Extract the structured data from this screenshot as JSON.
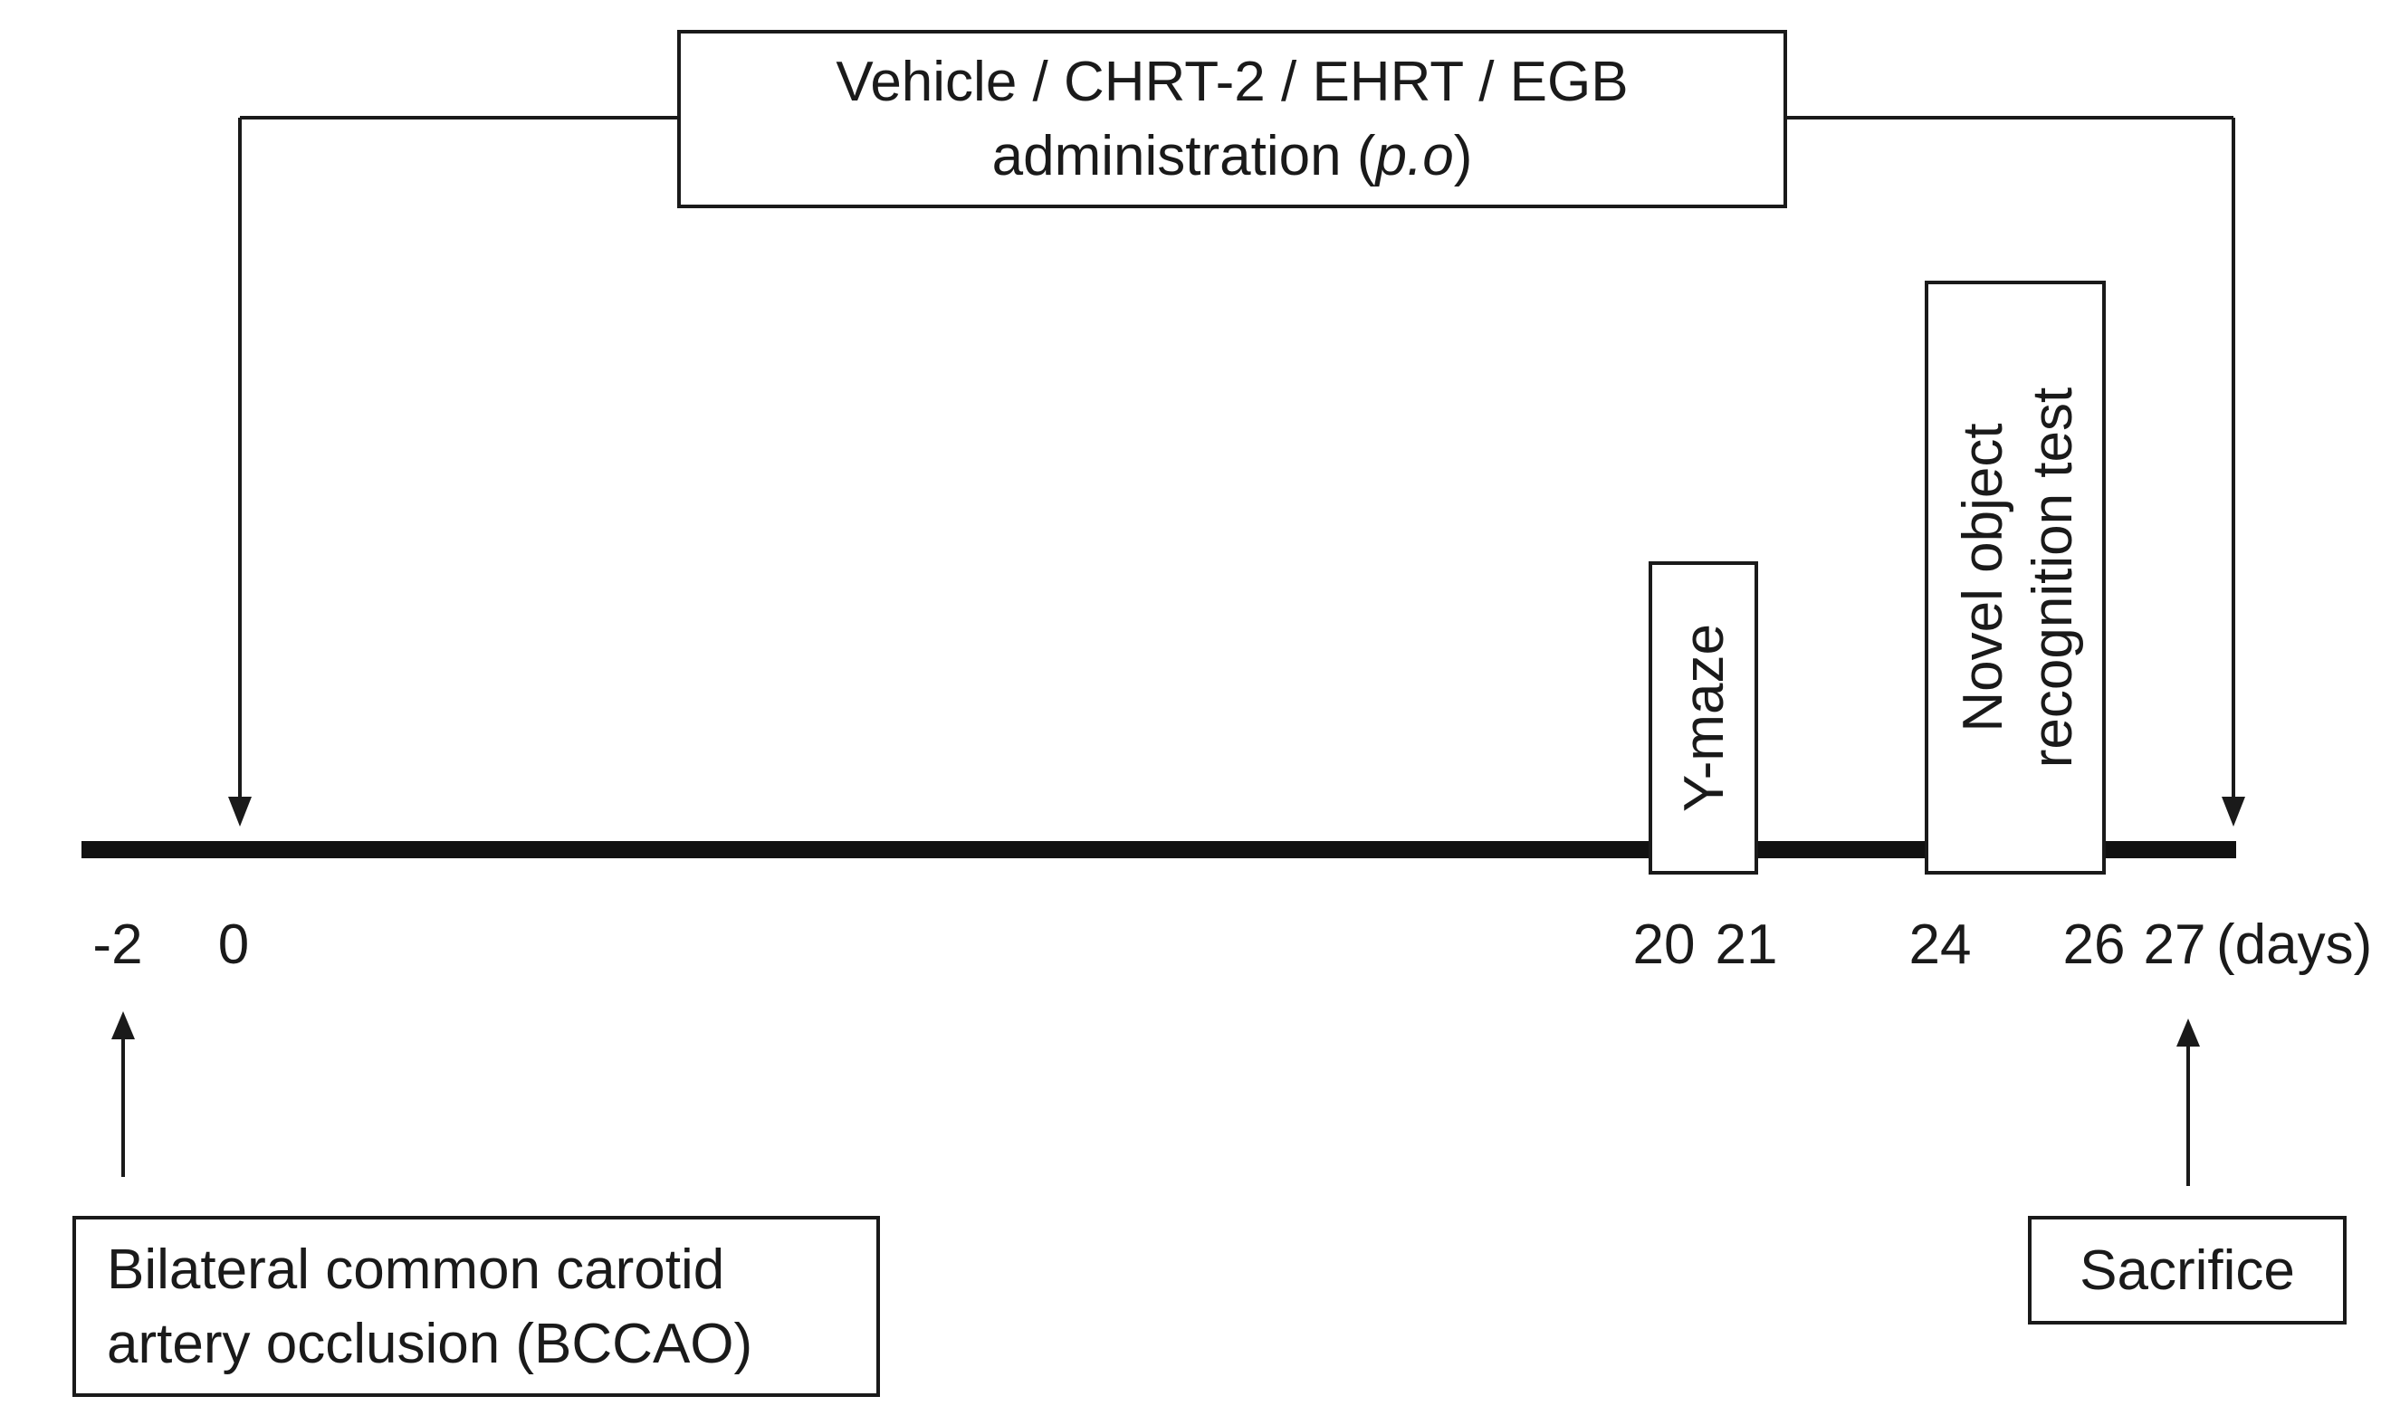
{
  "admin_box": {
    "line1": "Vehicle / CHRT-2 / EHRT / EGB",
    "line2_prefix": "administration (",
    "line2_italic": "p.o",
    "line2_suffix": ")"
  },
  "ymaze_label": "Y-maze",
  "nor_label": {
    "line1": "Novel object",
    "line2": "recognition test"
  },
  "timeline_ticks": [
    "-2",
    "0",
    "20",
    "21",
    "24",
    "26",
    "27"
  ],
  "unit_label": "(days)",
  "bccao_box": {
    "line1": "Bilateral common carotid",
    "line2": "artery occlusion (BCCAO)"
  },
  "sacrifice_label": "Sacrifice"
}
